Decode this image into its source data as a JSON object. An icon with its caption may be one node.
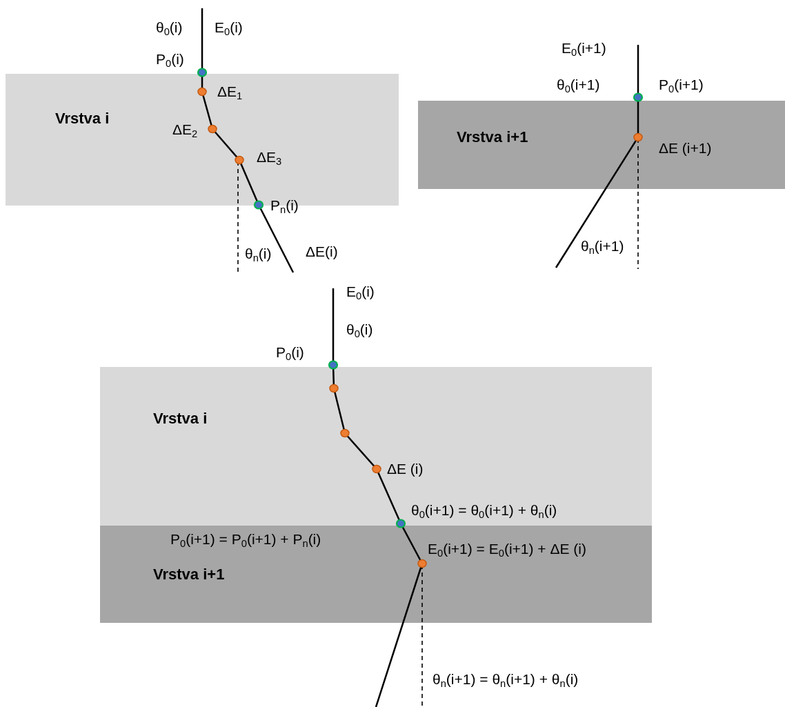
{
  "diagram": {
    "nodes": [
      {
        "text": [
          "Vrstva i"
        ]
      },
      {
        "text": [
          "Vrstva i+1"
        ]
      },
      {
        "text": [
          "Vrstva i"
        ]
      },
      {
        "text": [
          "Vrstva i+1"
        ]
      }
    ],
    "labels": [
      "θ$_{0}$(i)",
      "E$_{0}$(i)",
      "P$_{0}$(i)",
      "ΔE$_{1}$",
      "ΔE$_{2}$",
      "ΔE$_{3}$",
      "P$_{n}$(i)",
      "θ$_{n}$(i)",
      "ΔE(i)",
      "E$_{0}$(i+1)",
      "θ$_{0}$(i+1)",
      "P$_{0}$(i+1)",
      "ΔE (i+1)",
      "θ$_{n}$(i+1)",
      "E$_{0}$(i)",
      "θ$_{0}$(i)",
      "P$_{0}$(i)",
      "ΔE (i)",
      "θ$_{0}$(i+1) = θ$_{0}$(i+1) + θ$_{n}$(i)",
      "P$_{0}$(i+1) = P$_{0}$(i+1) + P$_{n}$(i)",
      "E$_{0}$(i+1) = E$_{0}$(i+1) + ΔE (i)",
      "θ$_{n}$(i+1) = θ$_{n}$(i+1) + θ$_{n}$(i)"
    ]
  }
}
